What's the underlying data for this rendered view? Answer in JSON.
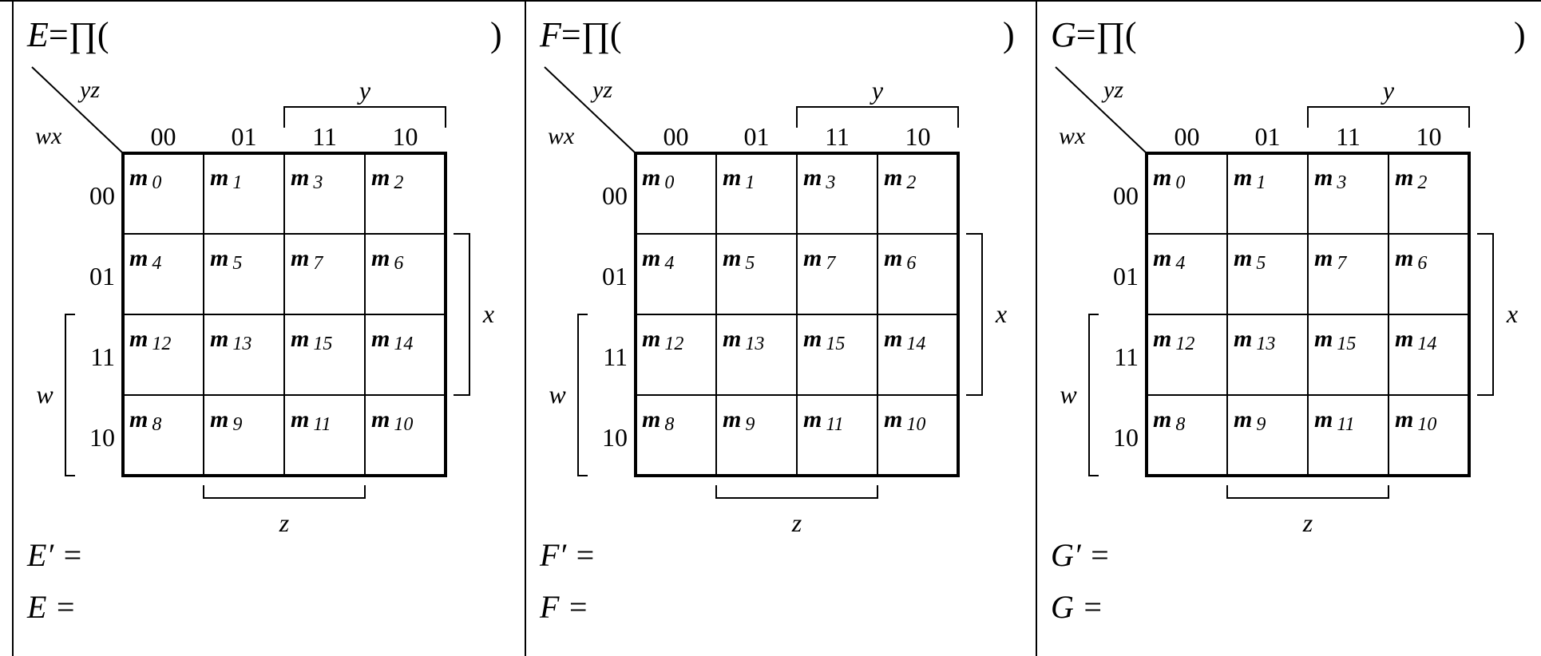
{
  "sheet": {
    "panels": [
      {
        "name": "E",
        "header_prefix": "E",
        "header_op": "=∏(",
        "header_close": ")",
        "complement_line": "E′ =",
        "result_line": "E ="
      },
      {
        "name": "F",
        "header_prefix": "F",
        "header_op": "=∏(",
        "header_close": ")",
        "complement_line": "F′ =",
        "result_line": "F ="
      },
      {
        "name": "G",
        "header_prefix": "G",
        "header_op": "=∏(",
        "header_close": ")",
        "complement_line": "G′ =",
        "result_line": "G ="
      }
    ]
  },
  "kmap": {
    "row_var_label": "wx",
    "col_var_label": "yz",
    "col_headers": [
      "00",
      "01",
      "11",
      "10"
    ],
    "row_headers": [
      "00",
      "01",
      "11",
      "10"
    ],
    "brace_labels": {
      "y": "y",
      "x": "x",
      "w": "w",
      "z": "z"
    },
    "cells": [
      [
        {
          "m": "m",
          "idx": "0"
        },
        {
          "m": "m",
          "idx": "1"
        },
        {
          "m": "m",
          "idx": "3"
        },
        {
          "m": "m",
          "idx": "2"
        }
      ],
      [
        {
          "m": "m",
          "idx": "4"
        },
        {
          "m": "m",
          "idx": "5"
        },
        {
          "m": "m",
          "idx": "7"
        },
        {
          "m": "m",
          "idx": "6"
        }
      ],
      [
        {
          "m": "m",
          "idx": "12"
        },
        {
          "m": "m",
          "idx": "13"
        },
        {
          "m": "m",
          "idx": "15"
        },
        {
          "m": "m",
          "idx": "14"
        }
      ],
      [
        {
          "m": "m",
          "idx": "8"
        },
        {
          "m": "m",
          "idx": "9"
        },
        {
          "m": "m",
          "idx": "11"
        },
        {
          "m": "m",
          "idx": "10"
        }
      ]
    ]
  }
}
